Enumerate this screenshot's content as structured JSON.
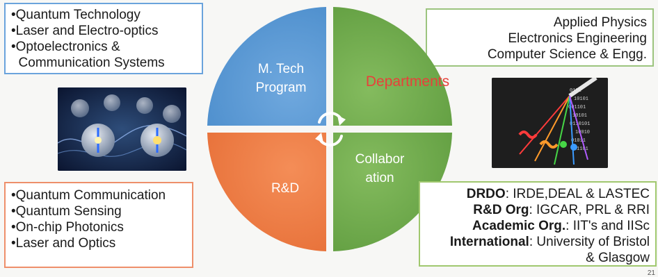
{
  "top_left_box": {
    "items": [
      "•Quantum Technology",
      "•Laser and Electro-optics",
      "•Optoelectronics &",
      "  Communication Systems"
    ]
  },
  "top_right_box": {
    "items": [
      "Applied Physics",
      "Electronics Engineering",
      "Computer Science & Engg."
    ]
  },
  "bottom_left_box": {
    "items": [
      "•Quantum Communication",
      "•Quantum Sensing",
      "•On-chip Photonics",
      "•Laser and Optics"
    ]
  },
  "bottom_right_box": {
    "items": [
      {
        "bold": "DRDO",
        "rest": ": IRDE,DEAL & LASTEC"
      },
      {
        "bold": "R&D Org",
        "rest": ": IGCAR, PRL & RRI"
      },
      {
        "bold": "Academic Org.",
        "rest": ": IIT's and IISc"
      },
      {
        "bold": "International",
        "rest": ": University of Bristol"
      },
      {
        "bold": "",
        "rest": "& Glasgow"
      }
    ]
  },
  "circle": {
    "mtech_line1": "M. Tech",
    "mtech_line2": "Program",
    "departments": "Departments",
    "rd": "R&D",
    "collab_line1": "Collabor",
    "collab_line2": "ation",
    "colors": {
      "blue": "#5b9bd5",
      "green": "#72ac4d",
      "orange": "#ef7f45",
      "departments_text": "#e8403a"
    }
  },
  "images": {
    "left": "quantum-qubits-illustration",
    "right": "optical-beams-binary-illustration"
  },
  "page_number": "21"
}
